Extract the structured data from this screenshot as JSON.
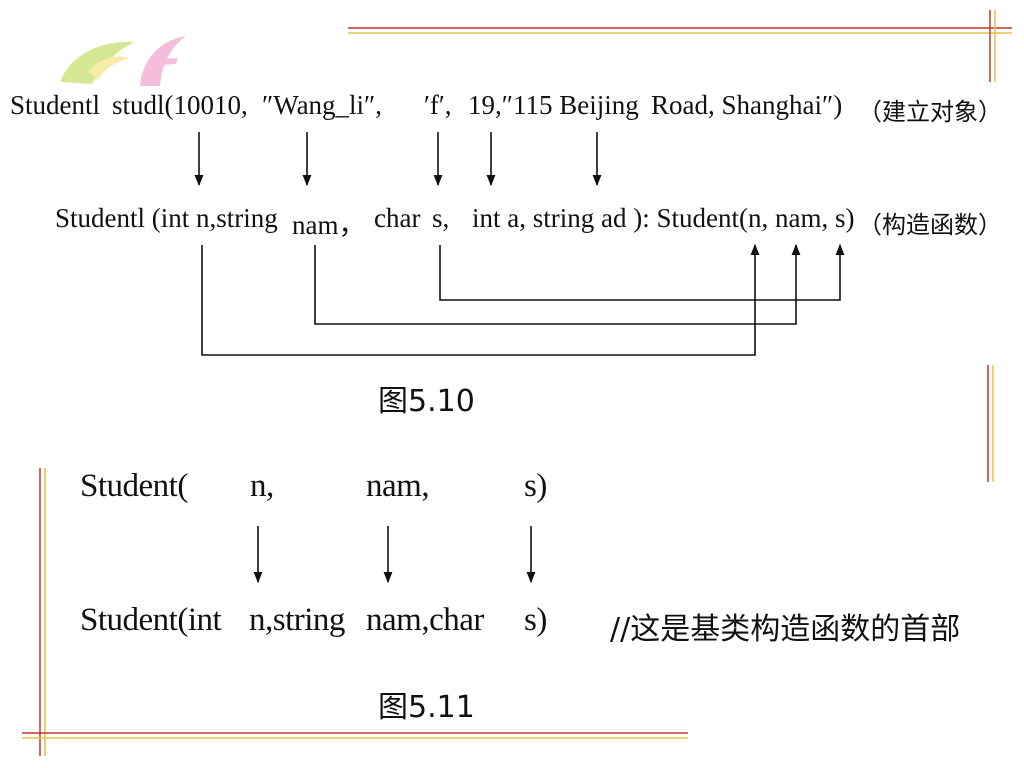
{
  "fig_5_10": {
    "object_line": {
      "class_name": "Studentl",
      "object_name": "studl(10010,",
      "arg_name": "″Wang_li″,",
      "arg_sex": "′f′,",
      "arg_age_addr": "19,″115 Beijing",
      "arg_road": "Road, Shanghai″)",
      "note": "（建立对象）"
    },
    "ctor_line": {
      "head": "Studentl (int n,string",
      "param_nam": "nam，",
      "param_char": "char",
      "param_s": "s,",
      "rest": "int a, string ad ): Student(n, nam, s)",
      "note": "（构造函数）"
    },
    "caption": "图5.10"
  },
  "fig_5_11": {
    "base_call": {
      "prefix": "Student(",
      "n": "n,",
      "nam": "nam,",
      "s": "s)"
    },
    "base_header": {
      "prefix": "Student(int",
      "n_string": "n,string",
      "nam_char": "nam,char",
      "s": "s)",
      "comment": "//这是基类构造函数的首部"
    },
    "caption": "图5.11"
  },
  "colors": {
    "frame_red": "#c0392b",
    "frame_yellow": "#e3c04a",
    "logo_green": "#c8e070",
    "logo_pink": "#f0a8d0"
  }
}
